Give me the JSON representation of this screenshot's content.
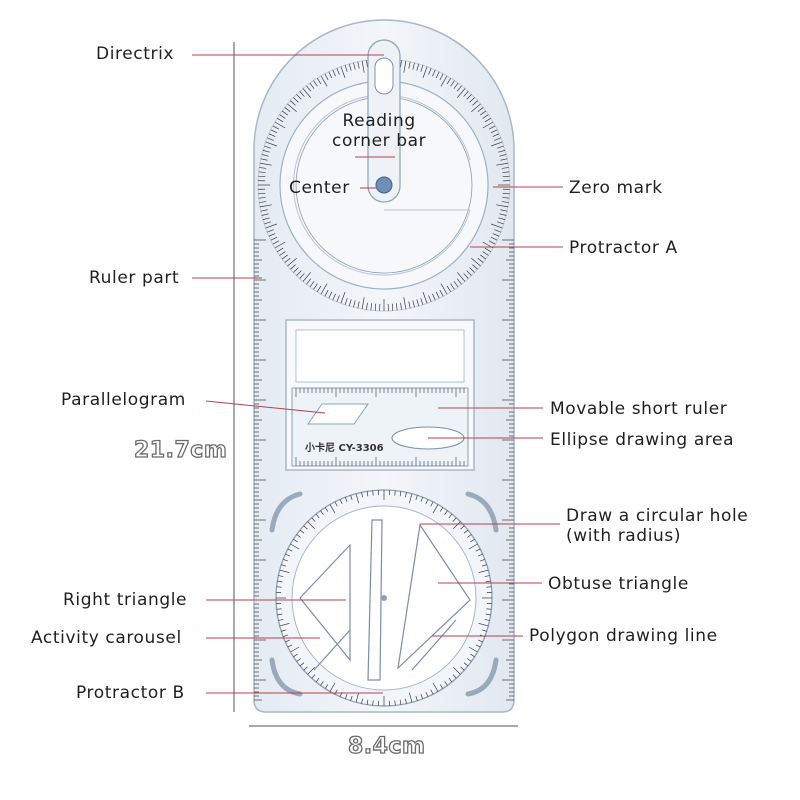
{
  "labels": {
    "directrix": "Directrix",
    "reading_corner_bar": "Reading\ncorner bar",
    "center": "Center",
    "zero_mark": "Zero mark",
    "protractor_a": "Protractor A",
    "ruler_part": "Ruler part",
    "parallelogram": "Parallelogram",
    "movable_short_ruler": "Movable short ruler",
    "ellipse_drawing_area": "Ellipse drawing area",
    "circular_hole": "Draw a circular hole\n(with radius)",
    "obtuse_triangle": "Obtuse triangle",
    "right_triangle": "Right triangle",
    "activity_carousel": "Activity carousel",
    "polygon_drawing_line": "Polygon drawing line",
    "protractor_b": "Protractor B"
  },
  "dimensions": {
    "height": "21.7cm",
    "width": "8.4cm"
  },
  "product": {
    "model": "CY-3306",
    "brand_mark": "小卡尼"
  },
  "colors": {
    "leader_line": "#b5424f",
    "ruler_tint": "#dfe7f0",
    "ruler_edge": "#a9b7c8",
    "tick": "#3a3a3a"
  }
}
